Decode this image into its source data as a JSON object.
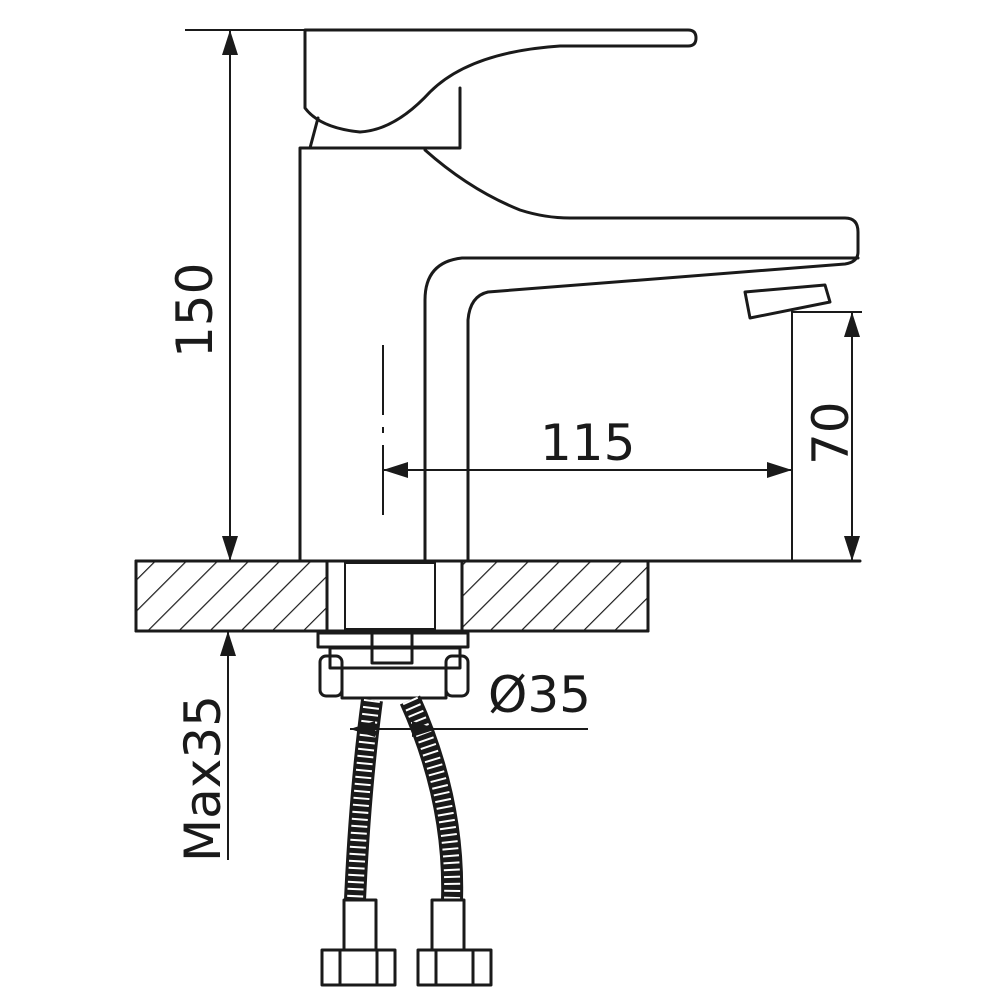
{
  "diagram": {
    "dimensions": {
      "height": "150",
      "spout_reach": "115",
      "spout_height": "70",
      "hole_diameter": "Ø35",
      "max_thickness": "Max35"
    }
  }
}
